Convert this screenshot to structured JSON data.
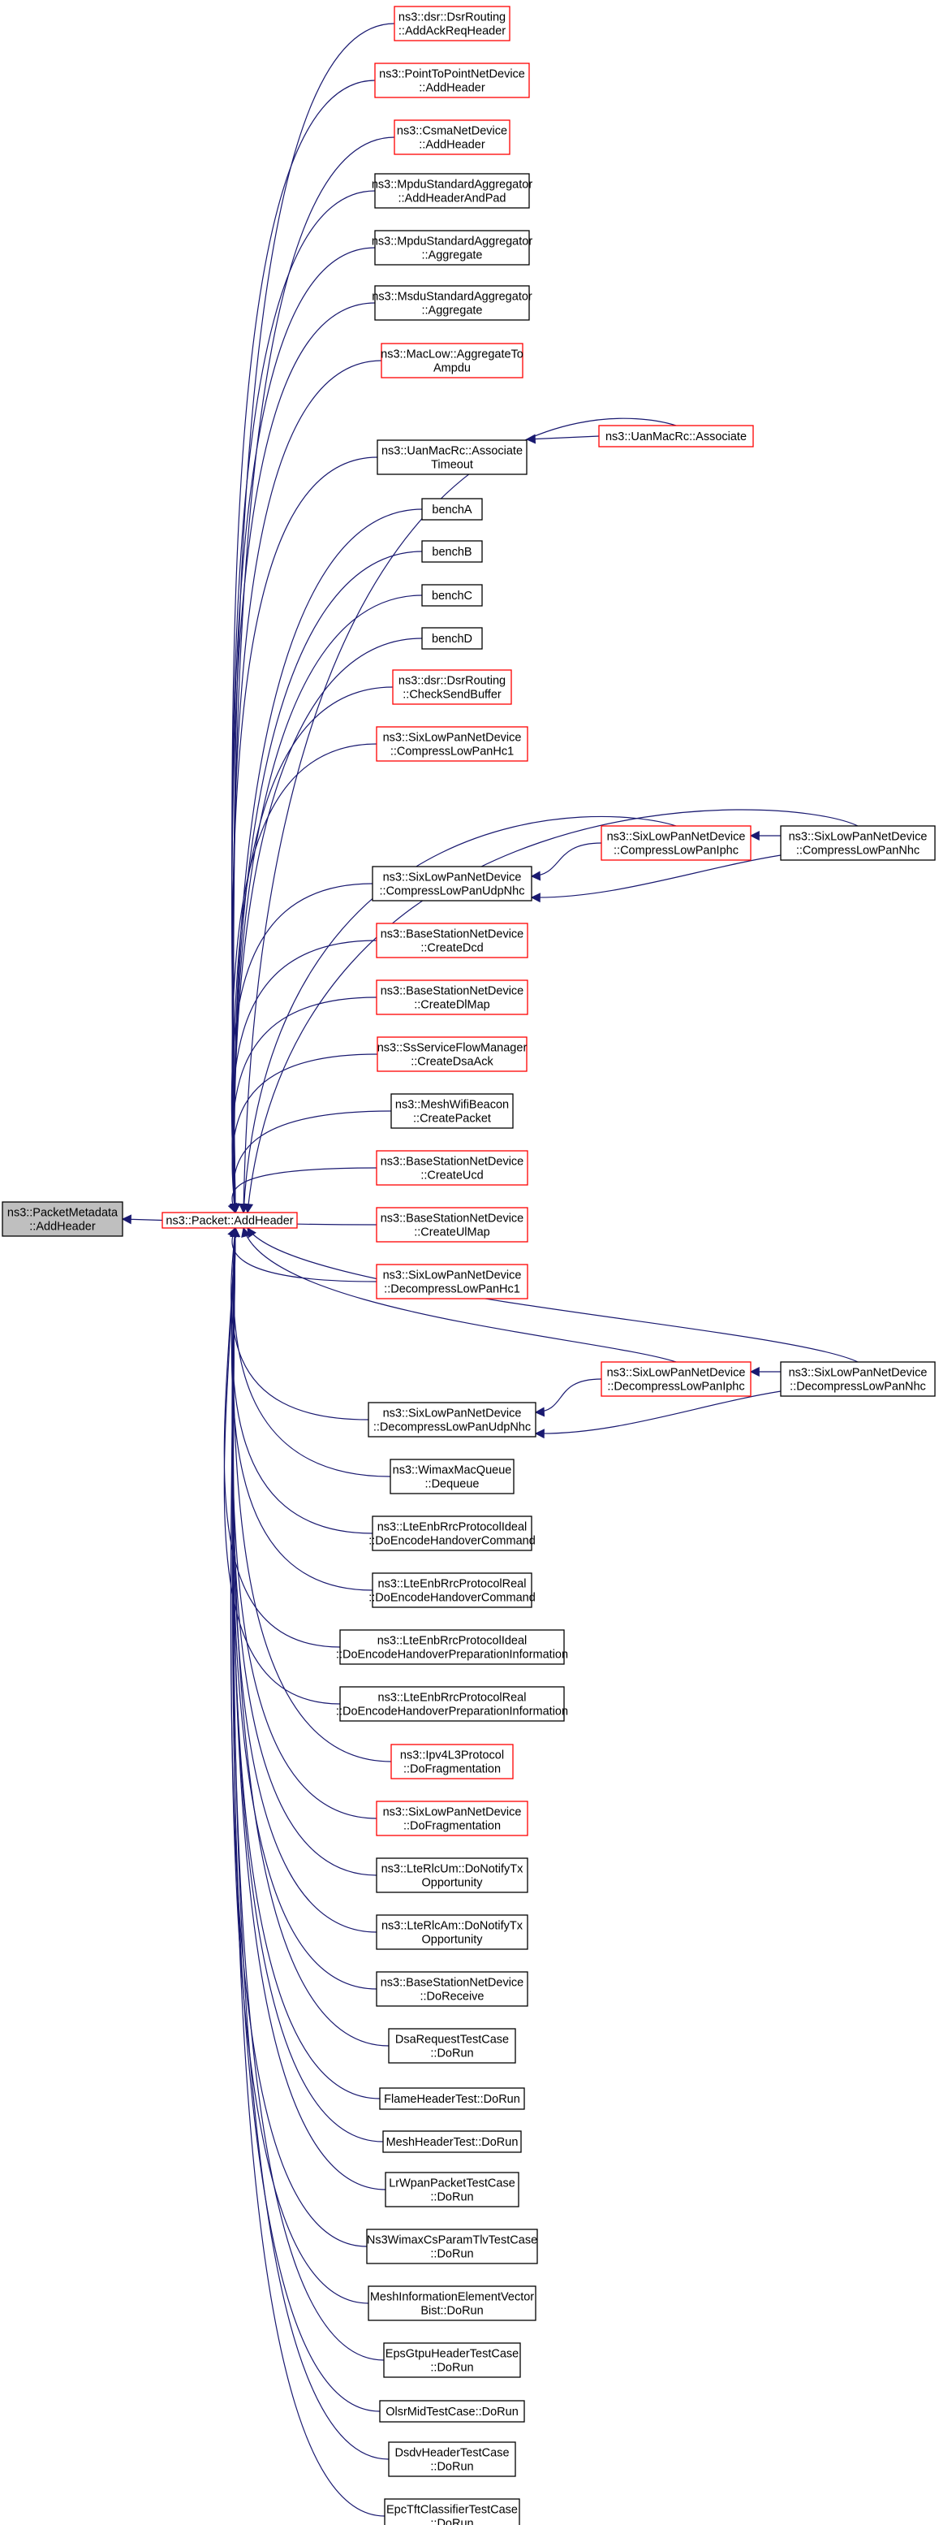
{
  "colors": {
    "edge": "#191970",
    "border_normal": "#000000",
    "border_red": "#ff0000",
    "root_fill": "#bfbfbf",
    "node_fill": "#ffffff"
  },
  "root": {
    "lines": [
      "ns3::PacketMetadata",
      "::AddHeader"
    ]
  },
  "center": {
    "lines": [
      "ns3::Packet::AddHeader"
    ]
  },
  "callers": [
    {
      "lines": [
        "ns3::dsr::DsrRouting",
        "::AddAckReqHeader"
      ],
      "red": true
    },
    {
      "lines": [
        "ns3::PointToPointNetDevice",
        "::AddHeader"
      ],
      "red": true
    },
    {
      "lines": [
        "ns3::CsmaNetDevice",
        "::AddHeader"
      ],
      "red": true
    },
    {
      "lines": [
        "ns3::MpduStandardAggregator",
        "::AddHeaderAndPad"
      ],
      "red": false
    },
    {
      "lines": [
        "ns3::MpduStandardAggregator",
        "::Aggregate"
      ],
      "red": false
    },
    {
      "lines": [
        "ns3::MsduStandardAggregator",
        "::Aggregate"
      ],
      "red": false
    },
    {
      "lines": [
        "ns3::MacLow::AggregateTo",
        "Ampdu"
      ],
      "red": true
    },
    {
      "lines": [
        "ns3::UanMacRc::Associate",
        "Timeout"
      ],
      "red": false
    },
    {
      "lines": [
        "benchA"
      ],
      "red": false
    },
    {
      "lines": [
        "benchB"
      ],
      "red": false
    },
    {
      "lines": [
        "benchC"
      ],
      "red": false
    },
    {
      "lines": [
        "benchD"
      ],
      "red": false
    },
    {
      "lines": [
        "ns3::dsr::DsrRouting",
        "::CheckSendBuffer"
      ],
      "red": true
    },
    {
      "lines": [
        "ns3::SixLowPanNetDevice",
        "::CompressLowPanHc1"
      ],
      "red": true
    },
    {
      "lines": [
        "ns3::SixLowPanNetDevice",
        "::CompressLowPanUdpNhc"
      ],
      "red": false
    },
    {
      "lines": [
        "ns3::BaseStationNetDevice",
        "::CreateDcd"
      ],
      "red": true
    },
    {
      "lines": [
        "ns3::BaseStationNetDevice",
        "::CreateDlMap"
      ],
      "red": true
    },
    {
      "lines": [
        "ns3::SsServiceFlowManager",
        "::CreateDsaAck"
      ],
      "red": true
    },
    {
      "lines": [
        "ns3::MeshWifiBeacon",
        "::CreatePacket"
      ],
      "red": false
    },
    {
      "lines": [
        "ns3::BaseStationNetDevice",
        "::CreateUcd"
      ],
      "red": true
    },
    {
      "lines": [
        "ns3::BaseStationNetDevice",
        "::CreateUlMap"
      ],
      "red": true
    },
    {
      "lines": [
        "ns3::SixLowPanNetDevice",
        "::DecompressLowPanHc1"
      ],
      "red": true
    },
    {
      "lines": [
        "ns3::SixLowPanNetDevice",
        "::DecompressLowPanUdpNhc"
      ],
      "red": false
    },
    {
      "lines": [
        "ns3::WimaxMacQueue",
        "::Dequeue"
      ],
      "red": false
    },
    {
      "lines": [
        "ns3::LteEnbRrcProtocolIdeal",
        "::DoEncodeHandoverCommand"
      ],
      "red": false
    },
    {
      "lines": [
        "ns3::LteEnbRrcProtocolReal",
        "::DoEncodeHandoverCommand"
      ],
      "red": false
    },
    {
      "lines": [
        "ns3::LteEnbRrcProtocolIdeal",
        "::DoEncodeHandoverPreparationInformation"
      ],
      "red": false
    },
    {
      "lines": [
        "ns3::LteEnbRrcProtocolReal",
        "::DoEncodeHandoverPreparationInformation"
      ],
      "red": false
    },
    {
      "lines": [
        "ns3::Ipv4L3Protocol",
        "::DoFragmentation"
      ],
      "red": true
    },
    {
      "lines": [
        "ns3::SixLowPanNetDevice",
        "::DoFragmentation"
      ],
      "red": true
    },
    {
      "lines": [
        "ns3::LteRlcUm::DoNotifyTx",
        "Opportunity"
      ],
      "red": false
    },
    {
      "lines": [
        "ns3::LteRlcAm::DoNotifyTx",
        "Opportunity"
      ],
      "red": false
    },
    {
      "lines": [
        "ns3::BaseStationNetDevice",
        "::DoReceive"
      ],
      "red": false
    },
    {
      "lines": [
        "DsaRequestTestCase",
        "::DoRun"
      ],
      "red": false
    },
    {
      "lines": [
        "FlameHeaderTest::DoRun"
      ],
      "red": false
    },
    {
      "lines": [
        "MeshHeaderTest::DoRun"
      ],
      "red": false
    },
    {
      "lines": [
        "LrWpanPacketTestCase",
        "::DoRun"
      ],
      "red": false
    },
    {
      "lines": [
        "Ns3WimaxCsParamTlvTestCase",
        "::DoRun"
      ],
      "red": false
    },
    {
      "lines": [
        "MeshInformationElementVector",
        "Bist::DoRun"
      ],
      "red": false
    },
    {
      "lines": [
        "EpsGtpuHeaderTestCase",
        "::DoRun"
      ],
      "red": false
    },
    {
      "lines": [
        "OlsrMidTestCase::DoRun"
      ],
      "red": false
    },
    {
      "lines": [
        "DsdvHeaderTestCase",
        "::DoRun"
      ],
      "red": false
    },
    {
      "lines": [
        "EpcTftClassifierTestCase",
        "::DoRun"
      ],
      "red": false
    }
  ],
  "second_level": [
    {
      "lines": [
        "ns3::UanMacRc::Associate"
      ],
      "red": true
    },
    {
      "lines": [
        "ns3::SixLowPanNetDevice",
        "::CompressLowPanIphc"
      ],
      "red": true
    },
    {
      "lines": [
        "ns3::SixLowPanNetDevice",
        "::DecompressLowPanIphc"
      ],
      "red": true
    }
  ],
  "third_level": [
    {
      "lines": [
        "ns3::SixLowPanNetDevice",
        "::CompressLowPanNhc"
      ],
      "red": false
    },
    {
      "lines": [
        "ns3::SixLowPanNetDevice",
        "::DecompressLowPanNhc"
      ],
      "red": false
    }
  ]
}
